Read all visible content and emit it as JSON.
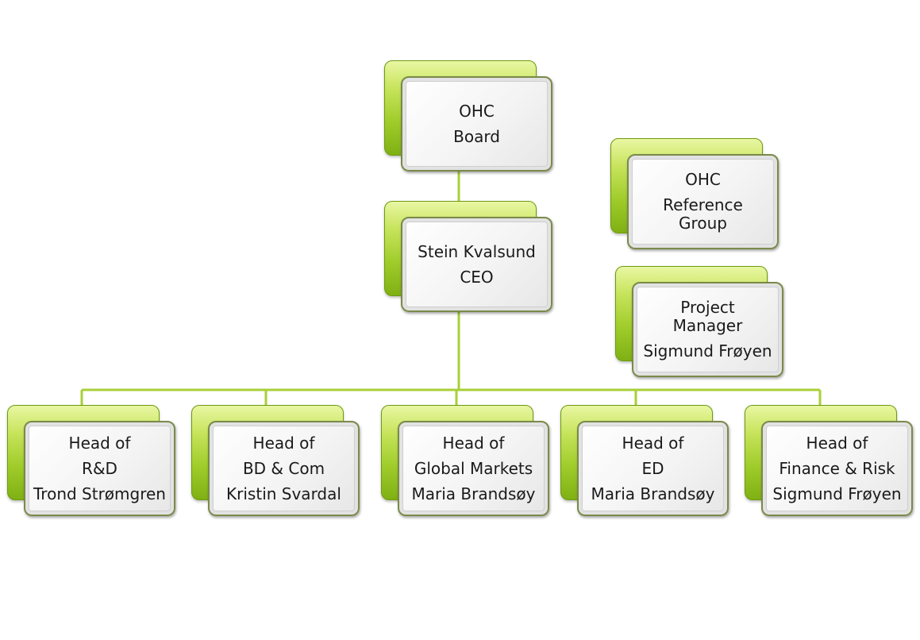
{
  "nodes": {
    "board": {
      "lines": [
        "OHC",
        "Board"
      ]
    },
    "ceo": {
      "lines": [
        "Stein Kvalsund",
        "CEO"
      ]
    },
    "reference_group": {
      "lines": [
        "OHC",
        "Reference",
        "Group"
      ]
    },
    "project_manager": {
      "lines": [
        "Project",
        "Manager",
        "Sigmund Frøyen"
      ]
    },
    "rd": {
      "lines": [
        "Head of",
        "R&D",
        "Trond Strømgren"
      ]
    },
    "bd_com": {
      "lines": [
        "Head of",
        "BD & Com",
        "Kristin Svardal"
      ]
    },
    "global_markets": {
      "lines": [
        "Head of",
        "Global Markets",
        "Maria Brandsøy"
      ]
    },
    "ed": {
      "lines": [
        "Head of",
        "ED",
        "Maria Brandsøy"
      ]
    },
    "finance_risk": {
      "lines": [
        "Head of",
        "Finance & Risk",
        "Sigmund Frøyen"
      ]
    }
  },
  "colors": {
    "connector": "#a8cf38",
    "accent_light": "#e9f7a3",
    "accent_dark": "#7fb014"
  }
}
